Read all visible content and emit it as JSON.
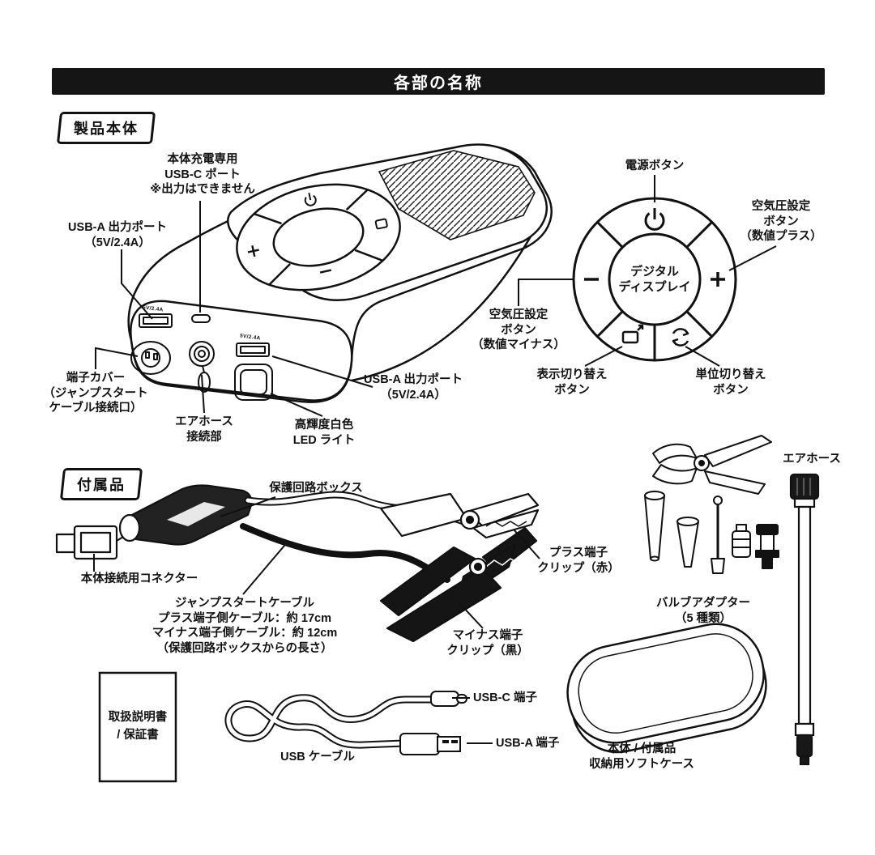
{
  "header": {
    "title": "各部の名称"
  },
  "product": {
    "box_label": "製品本体",
    "labels": {
      "charge_port": "本体充電専用\nUSB-C ポート\n※出力はできません",
      "usba_left": "USB-A 出力ポート\n（5V/2.4A）",
      "terminal_cover": "端子カバー\n（ジャンプスタート\nケーブル接続口）",
      "air_hose_connector": "エアホース\n接続部",
      "led_light": "高輝度白色\nLED ライト",
      "usba_right": "USB-A 出力ポート\n（5V/2.4A）",
      "port_marking": "5V/2.4A"
    },
    "control_pad": {
      "power": "電源ボタン",
      "pressure_plus": "空気圧設定\nボタン\n（数値プラス）",
      "pressure_minus": "空気圧設定\nボタン\n（数値マイナス）",
      "display": "デジタル\nディスプレイ",
      "display_toggle": "表示切り替え\nボタン",
      "unit_toggle": "単位切り替え\nボタン"
    }
  },
  "accessories": {
    "box_label": "付属品",
    "labels": {
      "protection_box": "保護回路ボックス",
      "connector": "本体接続用コネクター",
      "jump_cable": "ジャンプスタートケーブル\nプラス端子側ケーブル：約 17cm\nマイナス端子側ケーブル：約 12cm\n（保護回路ボックスからの長さ）",
      "plus_clip": "プラス端子\nクリップ（赤）",
      "minus_clip": "マイナス端子\nクリップ（黒）",
      "air_hose": "エアホース",
      "valve_adapter": "バルブアダプター\n（5 種類）",
      "manual": "取扱説明書\n/ 保証書",
      "usb_cable": "USB ケーブル",
      "usbc_plug": "USB-C 端子",
      "usba_plug": "USB-A 端子",
      "soft_case": "本体 / 付属品\n収納用ソフトケース"
    }
  },
  "colors": {
    "ink": "#111111",
    "paper": "#ffffff"
  }
}
